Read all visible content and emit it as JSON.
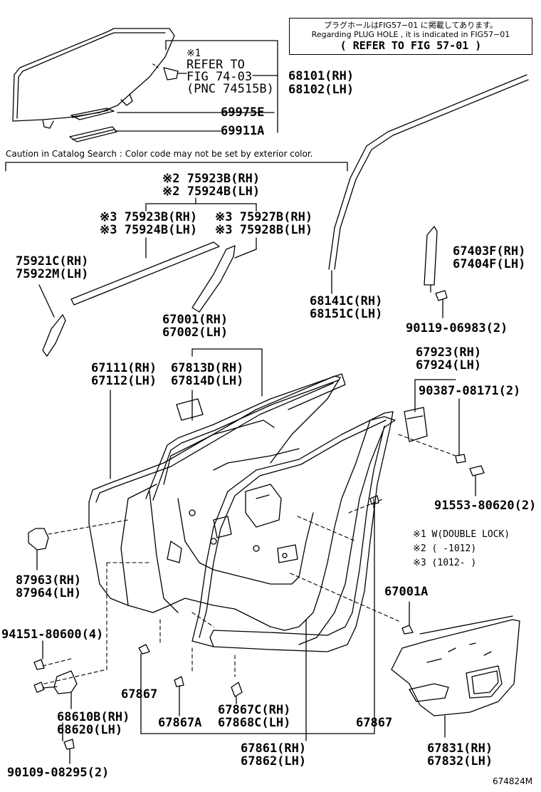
{
  "header_note": {
    "line1": "プラグホールはFIG57−01 に掲載してあります。",
    "line2": "Regarding PLUG HOLE , it is indicated in FIG57−01",
    "line3": "( REFER TO FIG 57-01 )"
  },
  "caution": "Caution in Catalog Search : Color code may not be set by exterior color.",
  "refer_note": {
    "mark": "※1",
    "line1": "REFER TO",
    "line2": "FIG 74-03",
    "line3": "(PNC 74515B)"
  },
  "parts": {
    "p68101": "68101(RH)",
    "p68102": "68102(LH)",
    "p69975E": "69975E",
    "p69911A": "69911A",
    "p75923B_2": "※2 75923B(RH)",
    "p75924B_2": "※2 75924B(LH)",
    "p75923B_3": "※3 75923B(RH)",
    "p75924B_3": "※3 75924B(LH)",
    "p75927B": "※3 75927B(RH)",
    "p75928B": "※3 75928B(LH)",
    "p75921C": "75921C(RH)",
    "p75922M": "75922M(LH)",
    "p68141C": "68141C(RH)",
    "p68151C": "68151C(LH)",
    "p67403F": "67403F(RH)",
    "p67404F": "67404F(LH)",
    "p90119": "90119-06983(2)",
    "p67001": "67001(RH)",
    "p67002": "67002(LH)",
    "p67923": "67923(RH)",
    "p67924": "67924(LH)",
    "p67111": "67111(RH)",
    "p67112": "67112(LH)",
    "p67813D": "67813D(RH)",
    "p67814D": "67814D(LH)",
    "p90387": "90387-08171(2)",
    "p91553": "91553-80620(2)",
    "p87963": "87963(RH)",
    "p87964": "87964(LH)",
    "p67001A": "67001A",
    "p94151": "94151-80600(4)",
    "p67867_left": "67867",
    "p67867A": "67867A",
    "p67867C": "67867C(RH)",
    "p67868C": "67868C(LH)",
    "p67867_right": "67867",
    "p68610B": "68610B(RH)",
    "p68620": "68620(LH)",
    "p90109": "90109-08295(2)",
    "p67861": "67861(RH)",
    "p67862": "67862(LH)",
    "p67831": "67831(RH)",
    "p67832": "67832(LH)"
  },
  "legend": {
    "l1": "※1 W(DOUBLE LOCK)",
    "l2": "※2 (     -1012)",
    "l3": "※3 (1012-     )"
  },
  "figure_id": "674824M"
}
